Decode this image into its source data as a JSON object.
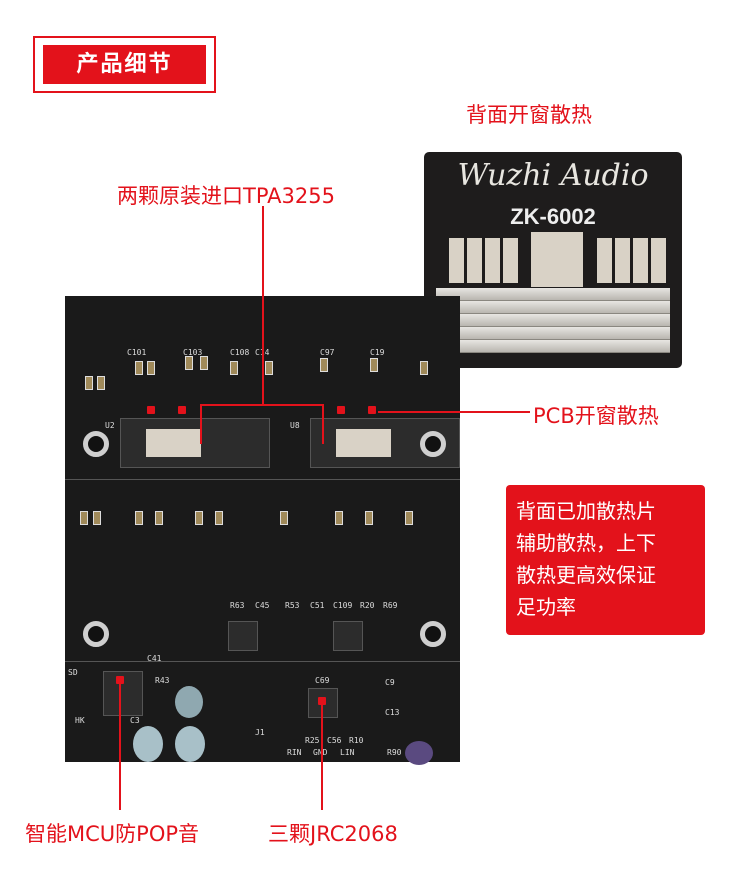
{
  "header": {
    "title": "产品细节"
  },
  "labels": {
    "back_heatsink": "背面开窗散热",
    "tpa": "两颗原装进口TPA3255",
    "pcb_window": "PCB开窗散热",
    "mcu": "智能MCU防POP音",
    "jrc": "三颗JRC2068"
  },
  "note": {
    "lines": [
      "背面已加散热片",
      "辅助散热，上下",
      "散热更高效保证",
      "足功率"
    ]
  },
  "back_board": {
    "brand": "Wuzhi Audio",
    "model": "ZK-6002"
  },
  "pcb_silk": [
    "C101",
    "C103",
    "C108",
    "C14",
    "C97",
    "C19",
    "U2",
    "U8",
    "R63",
    "C45",
    "R53",
    "C51",
    "C109",
    "R20",
    "R69",
    "C41",
    "R43",
    "C69",
    "C9",
    "C13",
    "J1",
    "RIN",
    "GND",
    "LIN",
    "R90",
    "C3",
    "HK",
    "SD",
    "R25",
    "C56",
    "R10"
  ],
  "colors": {
    "accent": "#e3121b"
  }
}
